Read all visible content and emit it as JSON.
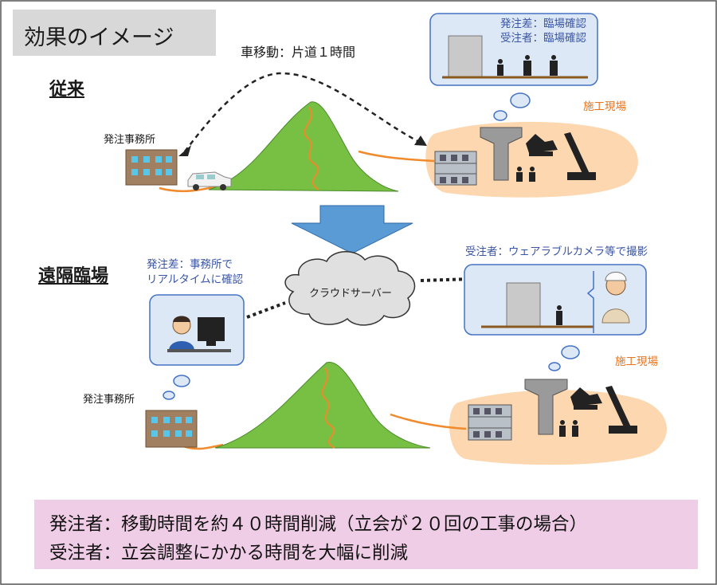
{
  "title": "効果のイメージ",
  "conventional": {
    "section_label": "従来",
    "travel_label": "車移動：片道１時間",
    "office_label": "発注事務所",
    "site_label": "施工現場",
    "bubble_lines": [
      "発注差：臨場確認",
      "受注者：臨場確認"
    ]
  },
  "remote": {
    "section_label": "遠隔臨場",
    "office_note_lines": [
      "発注差：事務所で",
      "リアルタイムに確認"
    ],
    "cloud_label": "クラウドサーバー",
    "contractor_note": "受注者：ウェアラブルカメラ等で撮影",
    "office_label": "発注事務所",
    "site_label": "施工現場"
  },
  "summary": {
    "lines": [
      "発注者：移動時間を約４０時間削減（立会が２０回の工事の場合）",
      "受注者：立会調整にかかる時間を大幅に削減"
    ]
  },
  "colors": {
    "mountain": "#77c043",
    "road": "#f08a2c",
    "site_area": "#fcd7b0",
    "bubble_fill": "#dce8f6",
    "bubble_stroke": "#4472c4",
    "arrow": "#5b9bd5",
    "cloud": "#e0e0e0",
    "summary_bg": "#f0cde6",
    "title_bg": "#d8d8d8"
  }
}
